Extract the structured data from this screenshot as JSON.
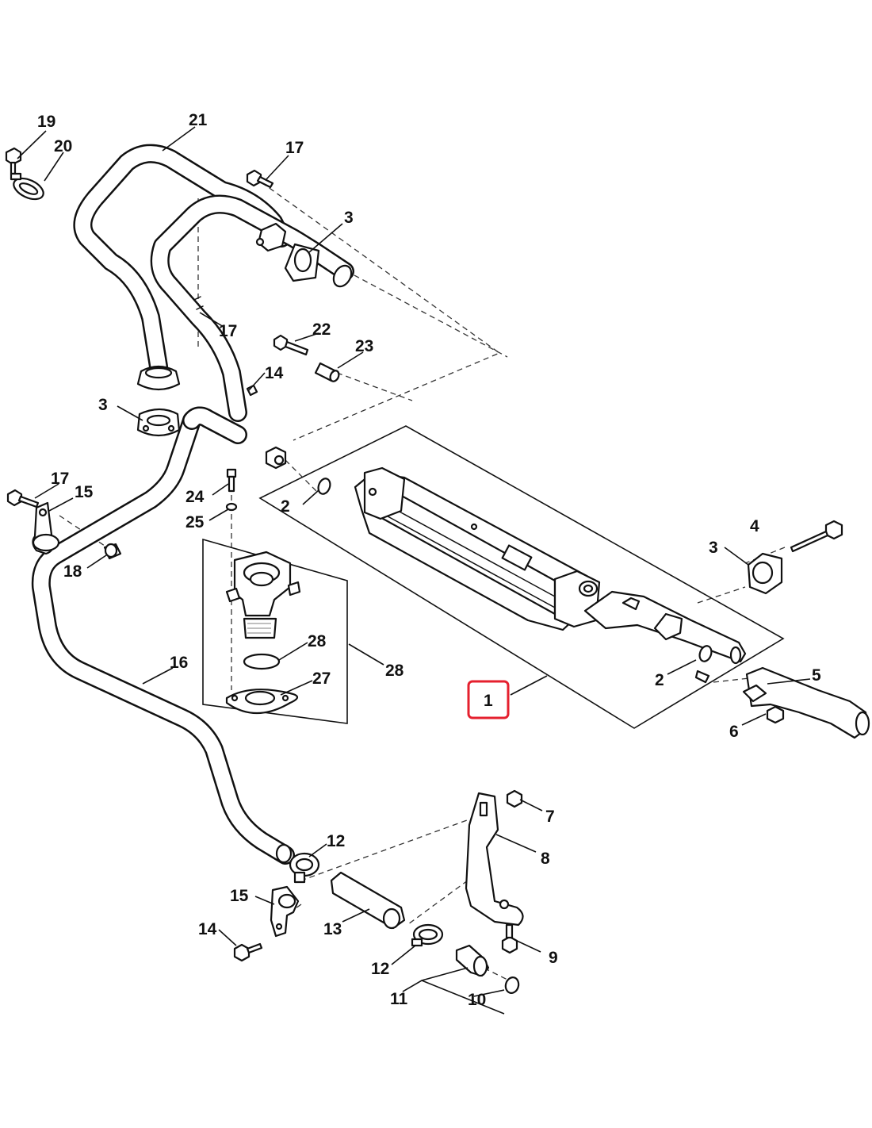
{
  "callouts": {
    "c1": "1",
    "c2a": "2",
    "c2b": "2",
    "c3a": "3",
    "c3b": "3",
    "c3c": "3",
    "c4": "4",
    "c5": "5",
    "c6": "6",
    "c7": "7",
    "c8": "8",
    "c9": "9",
    "c10": "10",
    "c11": "11",
    "c12a": "12",
    "c12b": "12",
    "c13": "13",
    "c14a": "14",
    "c14b": "14",
    "c15a": "15",
    "c15b": "15",
    "c16": "16",
    "c17a": "17",
    "c17b": "17",
    "c17c": "17",
    "c18": "18",
    "c19": "19",
    "c20": "20",
    "c21": "21",
    "c22": "22",
    "c23": "23",
    "c24": "24",
    "c25": "25",
    "c27": "27",
    "c28a": "28",
    "c28b": "28"
  },
  "highlight": {
    "callout": "1",
    "color": "#e5202e"
  },
  "colors": {
    "line": "#111111",
    "background": "#ffffff",
    "highlight": "#e5202e"
  }
}
